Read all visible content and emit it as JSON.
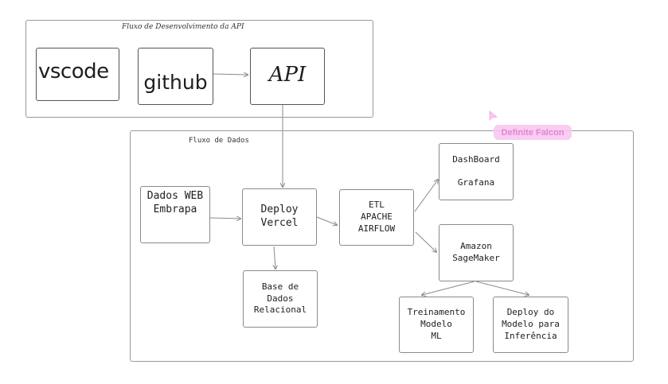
{
  "frames": {
    "api": {
      "label": "Fluxo de Desenvolvimento da API"
    },
    "dados": {
      "label": "Fluxo de Dados"
    }
  },
  "nodes": {
    "vscode": "vscode",
    "github": "github",
    "api": "API",
    "dados_web": "Dados WEB\nEmbrapa",
    "deploy_vercel": "Deploy\nVercel",
    "etl": "ETL\nAPACHE\nAIRFLOW",
    "dashboard": "DashBoard\n\nGrafana",
    "sagemaker": "Amazon\nSageMaker",
    "base_dados": "Base de\nDados\nRelacional",
    "treinamento": "Treinamento\nModelo\nML",
    "deploy_modelo": "Deploy do\nModelo para\nInferência"
  },
  "collaborator": {
    "name": "Definite Falcon",
    "color": "#f9c8f0",
    "text_color": "#e07ad0",
    "icon": "cursor-pointer-icon"
  },
  "colors": {
    "stroke": "#8a8a8a",
    "text": "#1e1e1e"
  }
}
